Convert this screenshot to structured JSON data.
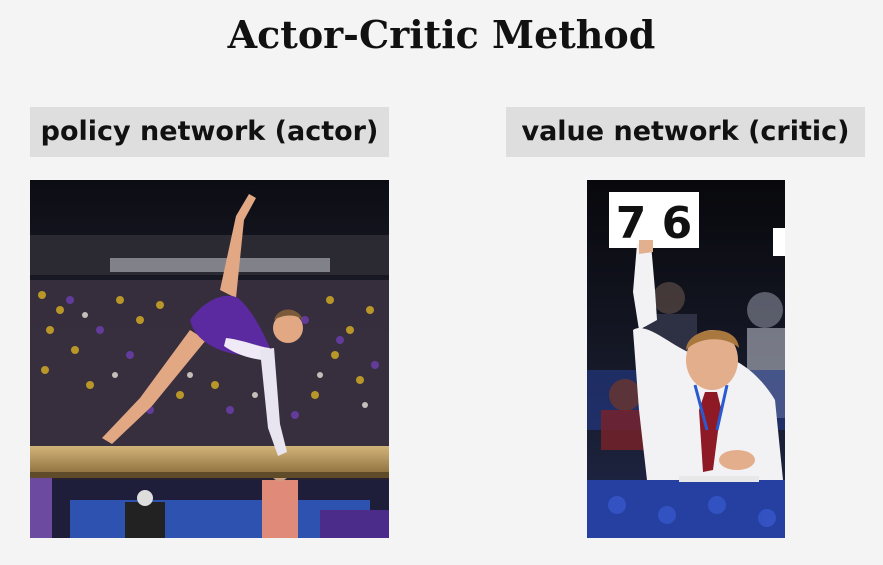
{
  "slide": {
    "title": "Actor-Critic Method"
  },
  "actor": {
    "label": "policy network (actor)"
  },
  "critic": {
    "label": "value network (critic)",
    "score_card": "7 6"
  },
  "colors": {
    "background": "#f4f4f4",
    "label_bg": "#dedede",
    "leotard": "#5b2aa0",
    "beam": "#b5945a",
    "tie": "#8e1a25"
  }
}
